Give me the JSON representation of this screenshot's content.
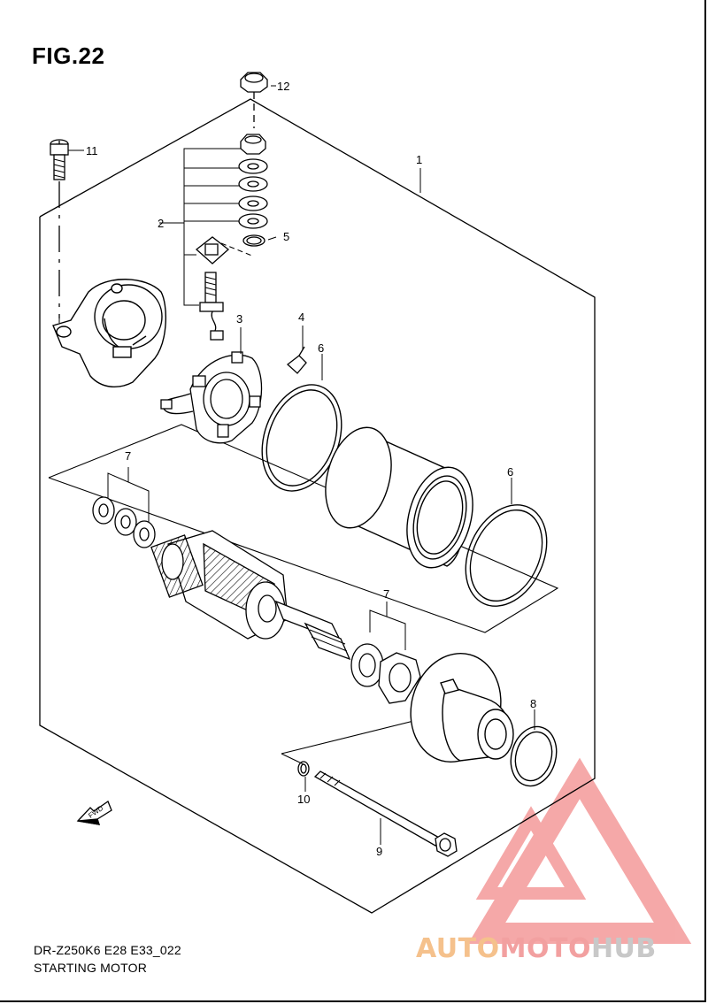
{
  "figure": {
    "title": "FIG.22",
    "code": "DR-Z250K6 E28 E33_022",
    "name": "STARTING MOTOR"
  },
  "callouts": {
    "c1": "1",
    "c2": "2",
    "c3": "3",
    "c4": "4",
    "c5": "5",
    "c6a": "6",
    "c6b": "6",
    "c7a": "7",
    "c7b": "7",
    "c8": "8",
    "c9": "9",
    "c10": "10",
    "c11": "11",
    "c12": "12"
  },
  "fwd_label": "FWD",
  "watermark": {
    "part1": "AUTO",
    "part2": "MOTO",
    "part3": "HUB",
    "colors": {
      "part1": "#f5c18c",
      "part2": "#f2a0a0",
      "part3": "#c8c8c8",
      "triangle": "#f28c8c"
    }
  }
}
